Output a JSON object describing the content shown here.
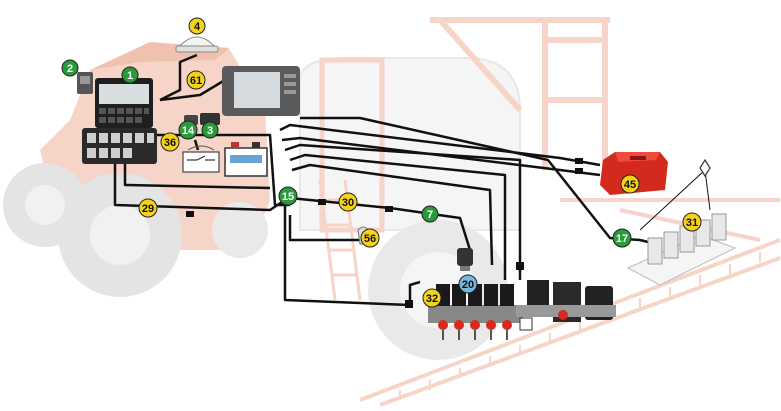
{
  "colors": {
    "green": "#2a9a3a",
    "yellow": "#f4d21a",
    "blue": "#79b6de",
    "cable": "#111111",
    "ghost_orange": "#f0b49c",
    "ghost_grey": "#cfcfcf",
    "red_unit": "#d42a1e"
  },
  "callouts": [
    {
      "label": "1",
      "color": "green"
    },
    {
      "label": "2",
      "color": "green"
    },
    {
      "label": "3",
      "color": "green"
    },
    {
      "label": "4",
      "color": "yellow"
    },
    {
      "label": "61",
      "color": "yellow"
    },
    {
      "label": "14",
      "color": "green"
    },
    {
      "label": "36",
      "color": "yellow"
    },
    {
      "label": "15",
      "color": "green"
    },
    {
      "label": "30",
      "color": "yellow"
    },
    {
      "label": "7",
      "color": "green"
    },
    {
      "label": "56",
      "color": "yellow"
    },
    {
      "label": "29",
      "color": "yellow"
    },
    {
      "label": "20",
      "color": "blue"
    },
    {
      "label": "32",
      "color": "yellow"
    },
    {
      "label": "45",
      "color": "yellow"
    },
    {
      "label": "31",
      "color": "yellow"
    },
    {
      "label": "17",
      "color": "green"
    }
  ]
}
